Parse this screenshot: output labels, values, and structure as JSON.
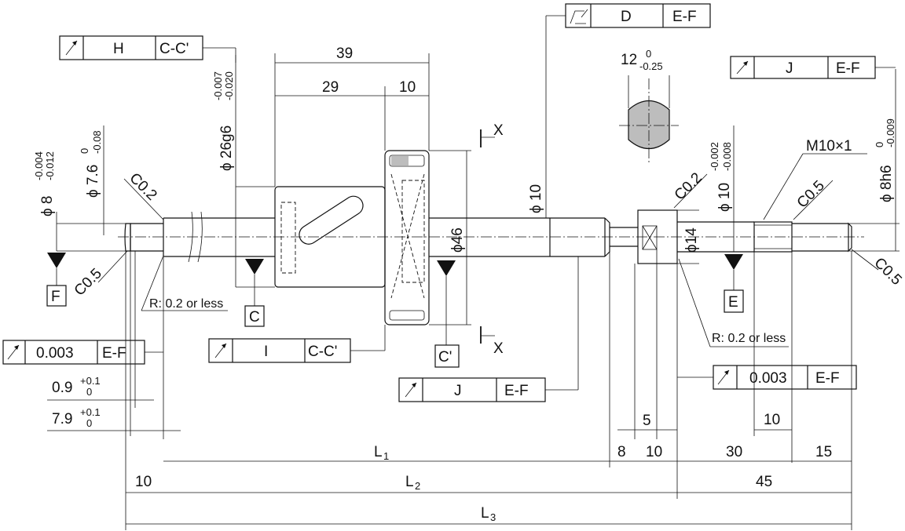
{
  "dimensions": {
    "d39": "39",
    "d29": "29",
    "d10_nut": "10",
    "d12": "12",
    "d12_tol_up": "0",
    "d12_tol_low": "-0.25",
    "d9": "0.9",
    "d9_tol_up": "+0.1",
    "d9_tol_low": "0",
    "d79": "7.9",
    "d79_tol_up": "+0.1",
    "d79_tol_low": "0",
    "d5": "5",
    "d10_key": "10",
    "L1": "L",
    "L1_sub": "1",
    "L2": "L",
    "L2_sub": "2",
    "L3": "L",
    "L3_sub": "3",
    "d8": "8",
    "d10_b": "10",
    "d30": "30",
    "d15": "15",
    "d10_left": "10",
    "d45": "45",
    "d10_small": "10"
  },
  "diameters": {
    "phi8": "ϕ 8",
    "phi8_tol_up": "-0.004",
    "phi8_tol_low": "-0.012",
    "phi76": "ϕ 7.6",
    "phi76_tol_up": "0",
    "phi76_tol_low": "-0.08",
    "phi26": "ϕ 26g6",
    "phi26_tol_up": "-0.007",
    "phi26_tol_low": "-0.020",
    "phi10_shaft": "ϕ 10",
    "phi46": "ϕ46",
    "phi14": "ϕ14",
    "phi10_end": "ϕ 10",
    "phi10_end_tol_up": "-0.002",
    "phi10_end_tol_low": "-0.008",
    "phi8h6": "ϕ 8h6",
    "phi8h6_tol_up": "0",
    "phi8h6_tol_low": "-0.009"
  },
  "notes": {
    "c02_left": "C0.2",
    "c05_left": "C0.5",
    "c02_right": "C0.2",
    "c05_right": "C0.5",
    "c05_end": "C0.5",
    "m10": "M10×1",
    "r_left": "R: 0.2 or less",
    "r_right": "R: 0.2 or less",
    "section_x_top": "X",
    "section_x_bot": "X"
  },
  "datums": {
    "F": "F",
    "C": "C",
    "C_prime": "C'",
    "E": "E"
  },
  "tolerance_frames": {
    "H": {
      "value": "H",
      "ref": "C-C'"
    },
    "D": {
      "value": "D",
      "ref": "E-F"
    },
    "J_top": {
      "value": "J",
      "ref": "E-F"
    },
    "runout_left": {
      "value": "0.003",
      "ref": "E-F"
    },
    "I": {
      "value": "I",
      "ref": "C-C'"
    },
    "J_mid": {
      "value": "J",
      "ref": "E-F"
    },
    "runout_right": {
      "value": "0.003",
      "ref": "E-F"
    }
  },
  "icons": [
    "circular-runout-icon",
    "total-runout-icon",
    "datum-triangle-icon"
  ]
}
